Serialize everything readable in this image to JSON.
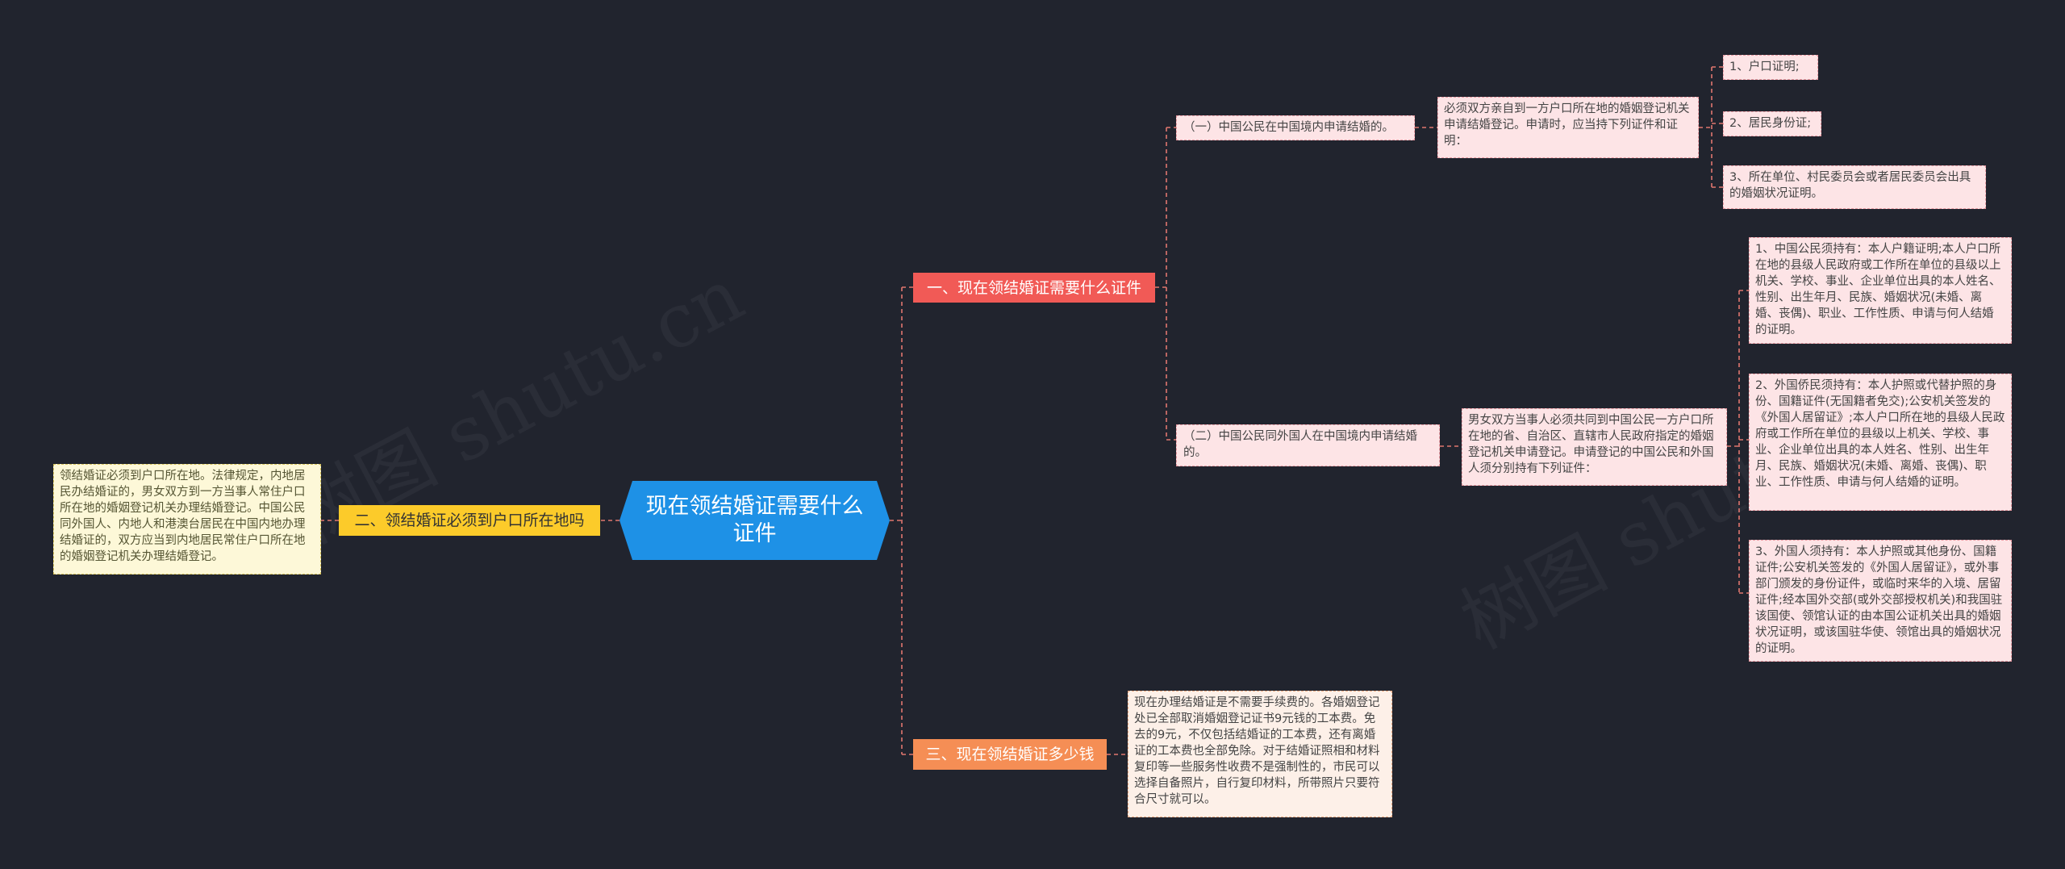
{
  "watermark": "树图 shutu.cn",
  "central": "现在领结婚证需要什么证件",
  "branches": {
    "b1": "一、现在领结婚证需要什么证件",
    "b2": "二、领结婚证必须到户口所在地吗",
    "b3": "三、现在领结婚证多少钱"
  },
  "b1_children": {
    "c1": "（一）中国公民在中国境内申请结婚的。",
    "c1_detail": "必须双方亲自到一方户口所在地的婚姻登记机关申请结婚登记。申请时，应当持下列证件和证明：",
    "c1_items": [
      "1、户口证明;",
      "2、居民身份证;",
      "3、所在单位、村民委员会或者居民委员会出具的婚姻状况证明。"
    ],
    "c2": "（二）中国公民同外国人在中国境内申请结婚的。",
    "c2_detail": "男女双方当事人必须共同到中国公民一方户口所在地的省、自治区、直辖市人民政府指定的婚姻登记机关申请登记。申请登记的中国公民和外国人须分别持有下列证件：",
    "c2_items": [
      "1、中国公民须持有：本人户籍证明;本人户口所在地的县级人民政府或工作所在单位的县级以上机关、学校、事业、企业单位出具的本人姓名、性别、出生年月、民族、婚姻状况(未婚、离婚、丧偶)、职业、工作性质、申请与何人结婚的证明。",
      "2、外国侨民须持有：本人护照或代替护照的身份、国籍证件(无国籍者免交);公安机关签发的《外国人居留证》;本人户口所在地的县级人民政府或工作所在单位的县级以上机关、学校、事业、企业单位出具的本人姓名、性别、出生年月、民族、婚姻状况(未婚、离婚、丧偶)、职业、工作性质、申请与何人结婚的证明。",
      "3、外国人须持有：本人护照或其他身份、国籍证件;公安机关签发的《外国人居留证》，或外事部门颁发的身份证件，或临时来华的入境、居留证件;经本国外交部(或外交部授权机关)和我国驻该国使、领馆认证的由本国公证机关出具的婚姻状况证明，或该国驻华使、领馆出具的婚姻状况的证明。"
    ]
  },
  "b2_detail": "领结婚证必须到户口所在地。法律规定，内地居民办结婚证的，男女双方到一方当事人常住户口所在地的婚姻登记机关办理结婚登记。中国公民同外国人、内地人和港澳台居民在中国内地办理结婚证的，双方应当到内地居民常住户口所在地的婚姻登记机关办理结婚登记。",
  "b3_detail": "现在办理结婚证是不需要手续费的。各婚姻登记处已全部取消婚姻登记证书9元钱的工本费。免去的9元，不仅包括结婚证的工本费，还有离婚证的工本费也全部免除。对于结婚证照相和材料复印等一些服务性收费不是强制性的，市民可以选择自备照片，自行复印材料，所带照片只要符合尺寸就可以。",
  "colors": {
    "background": "#21242e",
    "central": "#1e91e6",
    "branch1": "#f15a56",
    "branch2": "#fccb2a",
    "branch3": "#f58e55",
    "leaf": "#fde4e6",
    "connector": "#e0766f"
  }
}
